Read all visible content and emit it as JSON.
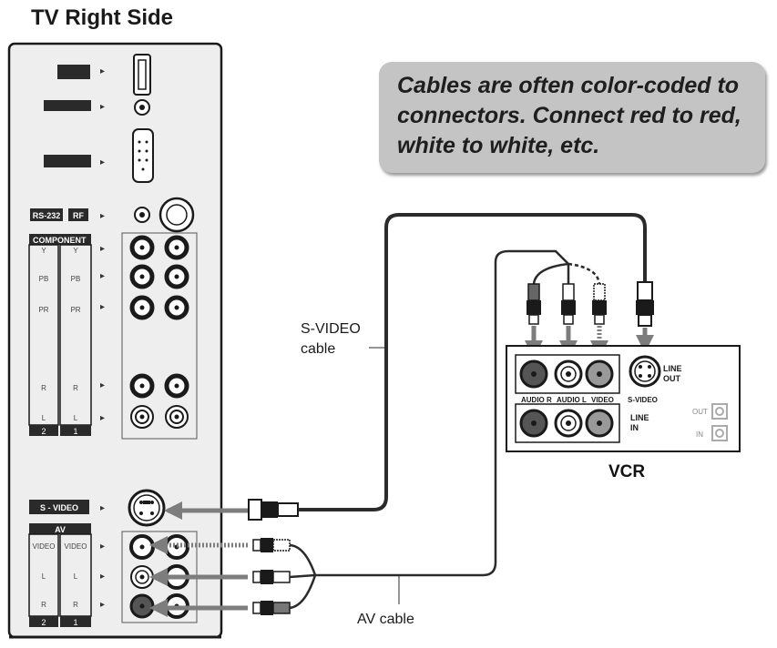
{
  "heading": "TV Right Side",
  "callout": "Cables are often color-coded to connectors. Connect red to red, white to white, etc.",
  "cable_labels": {
    "svideo_line1": "S-VIDEO",
    "svideo_line2": "cable",
    "av": "AV cable"
  },
  "tv_panel": {
    "rs232": "RS-232",
    "rf": "RF",
    "component": "COMPONENT",
    "comp_rows": [
      "Y",
      "Y",
      "PB",
      "PB",
      "PR",
      "PR",
      "R",
      "R",
      "L",
      "L"
    ],
    "tabs": [
      "2",
      "1"
    ],
    "svideo": "S - VIDEO",
    "av": "AV",
    "av_rows": [
      "VIDEO",
      "VIDEO",
      "L",
      "L",
      "R",
      "R"
    ],
    "arrow": "▸"
  },
  "vcr": {
    "title": "VCR",
    "audio_r": "AUDIO R",
    "audio_l": "AUDIO L",
    "video": "VIDEO",
    "svideo": "S-VIDEO",
    "line_out_1": "LINE",
    "line_out_2": "OUT",
    "line_in_1": "LINE",
    "line_in_2": "IN",
    "out": "OUT",
    "in": "IN"
  },
  "colors": {
    "panel_bg": "#eeeeee",
    "label_box": "#2a2a2a",
    "cable": "#2b2b2b",
    "callout_bg": "#c4c4c4",
    "arrow": "#7d7d7d"
  }
}
